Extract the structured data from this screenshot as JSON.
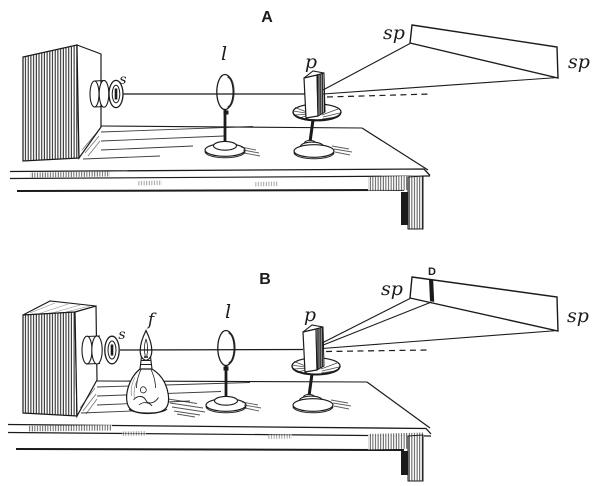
{
  "palette": {
    "paper": "#ffffff",
    "ink": "#1b1b1b"
  },
  "panelA": {
    "label": "A",
    "slit_label": "s",
    "lens_label": "l",
    "prism_label": "p",
    "spectrum_left_label": "sp",
    "spectrum_right_label": "sp"
  },
  "panelB": {
    "label": "B",
    "slit_label": "s",
    "flame_label": "f",
    "lens_label": "l",
    "prism_label": "p",
    "spectrum_left_label": "sp",
    "spectrum_right_label": "sp",
    "dark_line_label": "D"
  }
}
